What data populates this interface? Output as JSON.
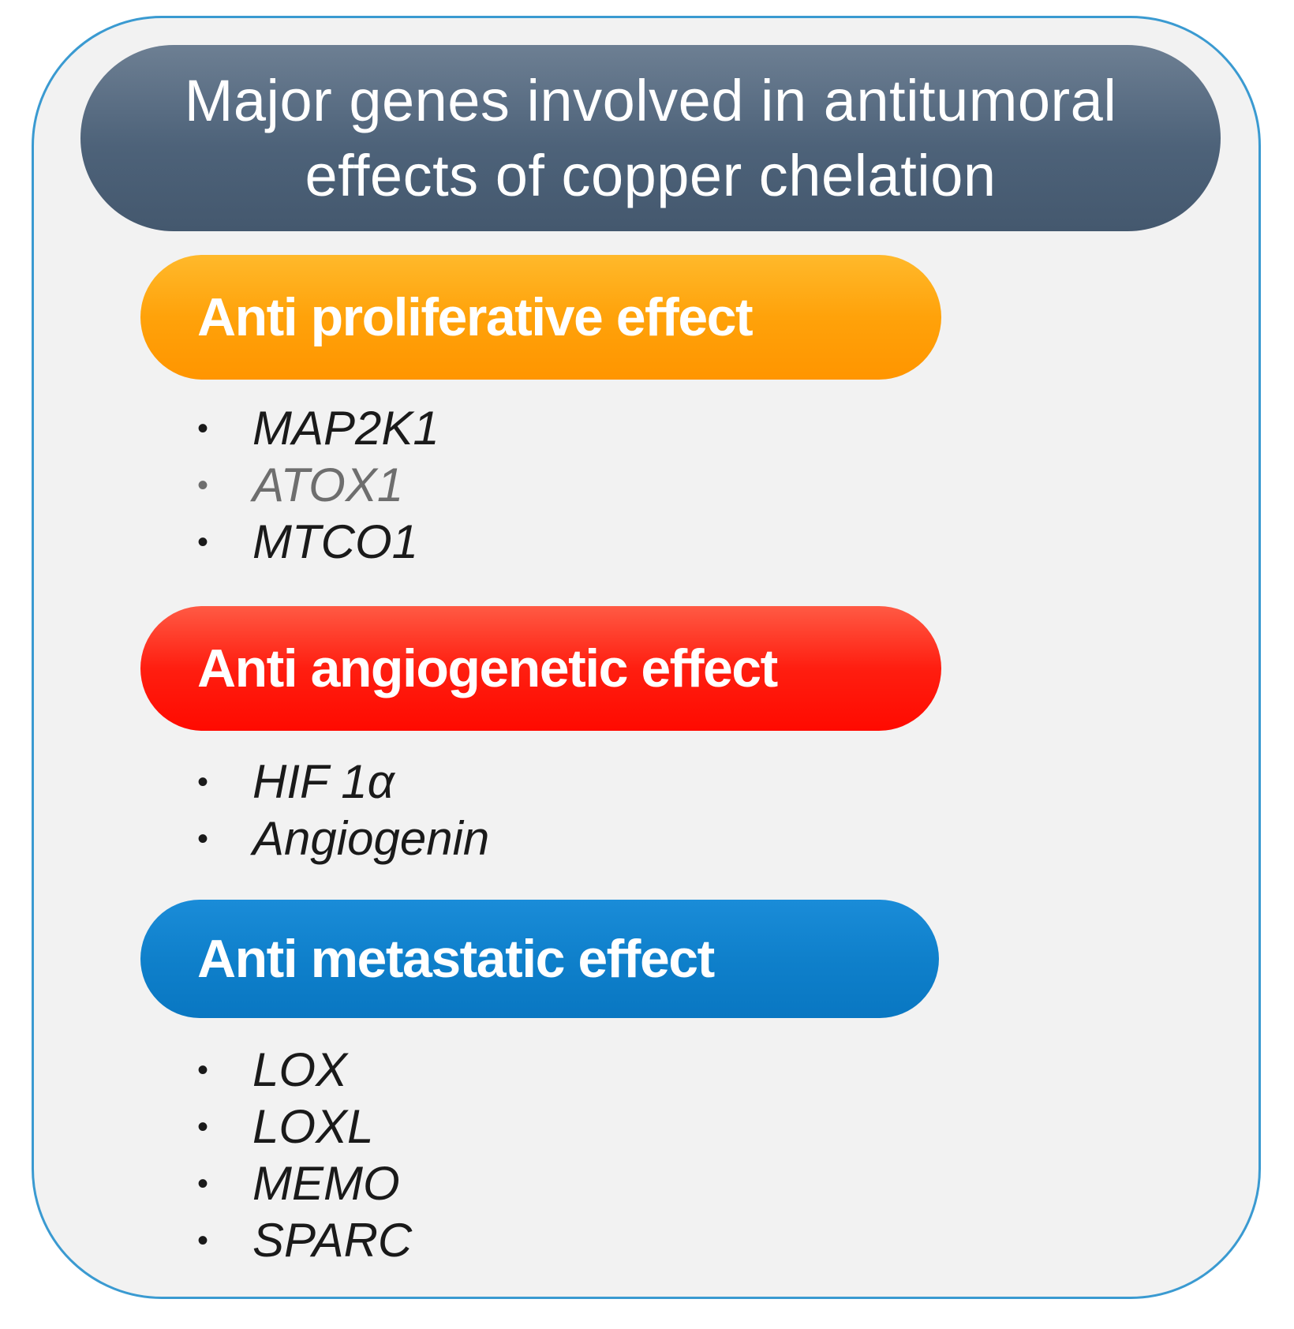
{
  "title": {
    "line1": "Major genes involved in antitumoral",
    "line2": "effects of copper chelation"
  },
  "categories": [
    {
      "label": "Anti proliferative effect",
      "color": "#ffa20a",
      "genes": [
        "MAP2K1",
        "ATOX1",
        "MTCO1"
      ]
    },
    {
      "label": "Anti angiogenetic effect",
      "color": "#ff1e10",
      "genes": [
        "HIF 1α",
        "Angiogenin"
      ]
    },
    {
      "label": "Anti metastatic effect",
      "color": "#0f80cb",
      "genes": [
        "LOX",
        "LOXL",
        "MEMO",
        "SPARC"
      ]
    }
  ],
  "bullet": "•",
  "colors": {
    "frame_border": "#3a9ad1",
    "frame_fill": "#f2f2f2",
    "title_fill": "#4d6279",
    "muted_gene_text": "#6e6e6e"
  }
}
